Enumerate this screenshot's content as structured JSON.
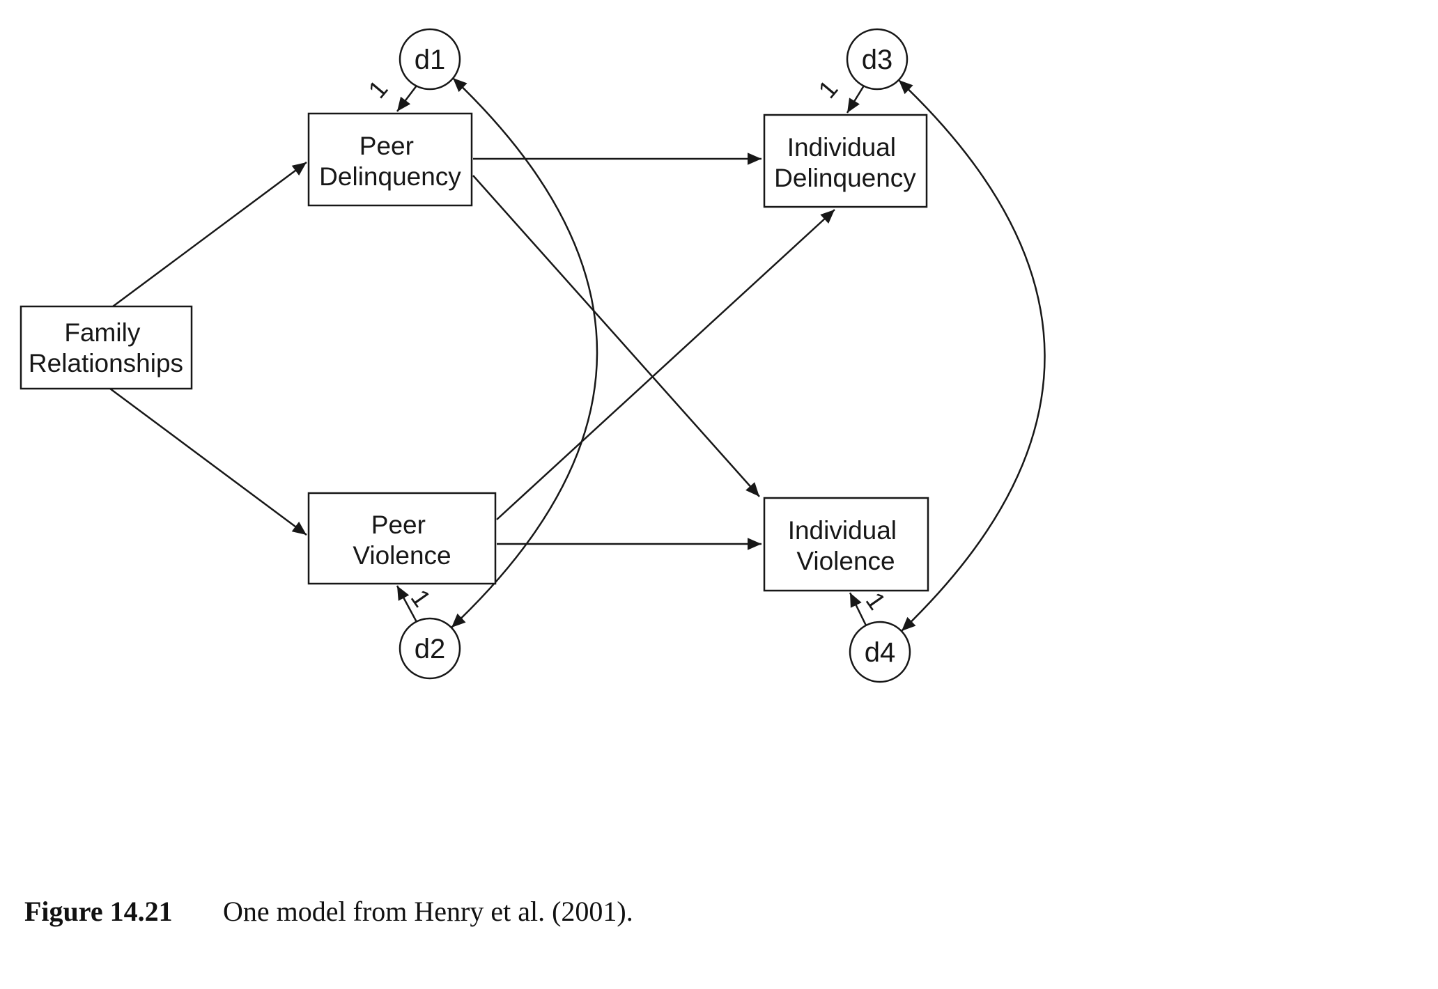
{
  "figure": {
    "caption_label": "Figure 14.21",
    "caption_text": "One model from Henry et al. (2001)."
  },
  "diagram": {
    "nodes": {
      "family_relationships": {
        "line1": "Family",
        "line2": "Relationships"
      },
      "peer_delinquency": {
        "line1": "Peer",
        "line2": "Delinquency"
      },
      "peer_violence": {
        "line1": "Peer",
        "line2": "Violence"
      },
      "individual_delinquency": {
        "line1": "Individual",
        "line2": "Delinquency"
      },
      "individual_violence": {
        "line1": "Individual",
        "line2": "Violence"
      }
    },
    "disturbances": {
      "d1": {
        "label": "d1",
        "loading": "1"
      },
      "d2": {
        "label": "d2",
        "loading": "1"
      },
      "d3": {
        "label": "d3",
        "loading": "1"
      },
      "d4": {
        "label": "d4",
        "loading": "1"
      }
    },
    "edges": [
      {
        "from": "Family Relationships",
        "to": "Peer Delinquency",
        "type": "directed"
      },
      {
        "from": "Family Relationships",
        "to": "Peer Violence",
        "type": "directed"
      },
      {
        "from": "Peer Delinquency",
        "to": "Individual Delinquency",
        "type": "directed"
      },
      {
        "from": "Peer Delinquency",
        "to": "Individual Violence",
        "type": "directed"
      },
      {
        "from": "Peer Violence",
        "to": "Individual Delinquency",
        "type": "directed"
      },
      {
        "from": "Peer Violence",
        "to": "Individual Violence",
        "type": "directed"
      },
      {
        "from": "d1",
        "to": "Peer Delinquency",
        "type": "directed",
        "label": "1"
      },
      {
        "from": "d2",
        "to": "Peer Violence",
        "type": "directed",
        "label": "1"
      },
      {
        "from": "d3",
        "to": "Individual Delinquency",
        "type": "directed",
        "label": "1"
      },
      {
        "from": "d4",
        "to": "Individual Violence",
        "type": "directed",
        "label": "1"
      },
      {
        "from": "d1",
        "to": "d2",
        "type": "bidirectional"
      },
      {
        "from": "d3",
        "to": "d4",
        "type": "bidirectional"
      }
    ],
    "colors": {
      "ink": "#171717",
      "background": "#ffffff"
    }
  }
}
